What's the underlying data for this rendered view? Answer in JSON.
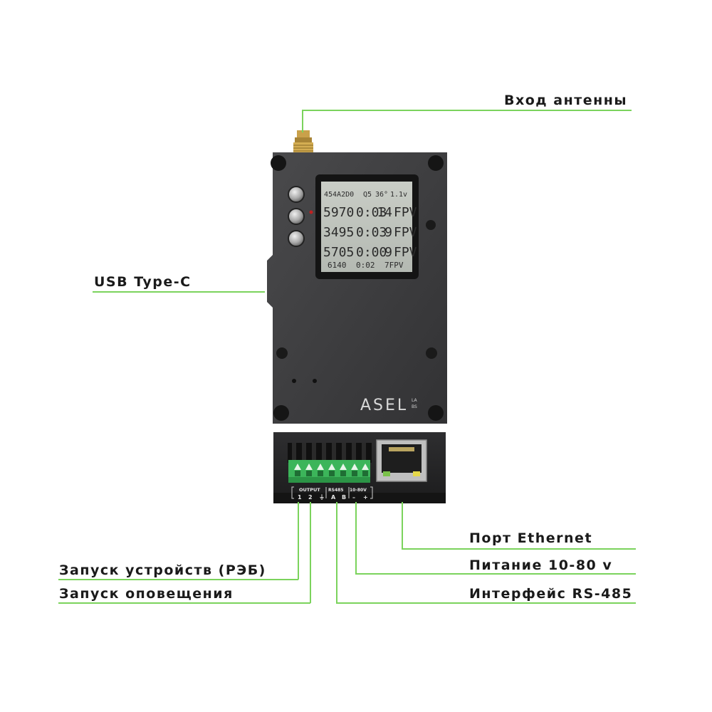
{
  "callouts": {
    "antenna": "Вход антенны",
    "usb": "USB Type-C",
    "ethernet": "Порт Ethernet",
    "power": "Питание 10-80 v",
    "rs485": "Интерфейс RS-485",
    "launch_devices": "Запуск устройств (РЭБ)",
    "launch_alert": "Запуск оповещения"
  },
  "display": {
    "header": [
      "454A2D0",
      "Q5",
      "36°",
      "1.1v"
    ],
    "rows": [
      [
        "5970",
        "0:03",
        "14",
        "FPV"
      ],
      [
        "3495",
        "0:03",
        "9",
        "FPV"
      ],
      [
        "5705",
        "0:00",
        "9",
        "FPV"
      ]
    ],
    "footer": [
      "6140",
      "0:02",
      "7FPV"
    ]
  },
  "brand": {
    "logo": "ASEL",
    "sub_top": "LA",
    "sub_bottom": "BS"
  },
  "terminals": {
    "output": "OUTPUT",
    "rs485": "RS485",
    "power": "10-80V",
    "pins": [
      "1",
      "2",
      "⏚",
      "A",
      "B",
      "–",
      "+"
    ]
  },
  "colors": {
    "accent_line": "#7bd35c",
    "terminal_green": "#3cb55a",
    "body": "#3d3d3f"
  }
}
